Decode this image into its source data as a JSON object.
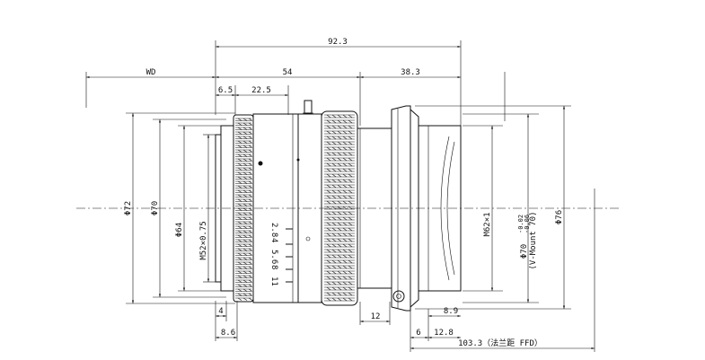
{
  "dimensions": {
    "total_length": "92.3",
    "wd": "WD",
    "body_length": "54",
    "rear_length": "38.3",
    "front_offset": "6.5",
    "ring_position": "22.5",
    "dia_72": "Φ72",
    "dia_70": "Φ70",
    "dia_64": "Φ64",
    "filter_thread": "M52×0.75",
    "mount_thread": "M62×1",
    "mount_dia": "Φ70",
    "mount_tolerance_upper": "-0.02",
    "mount_tolerance_lower": "-0.06",
    "mount_note": "(V-Mount 70)",
    "dia_76": "Φ76",
    "front_depth_4": "4",
    "front_depth_8_6": "8.6",
    "thread_length_12": "12",
    "flange_8_9": "8.9",
    "flange_6": "6",
    "flange_12_8": "12.8",
    "ffd": "103.3（法兰距 FFD）"
  },
  "aperture_scale": [
    "2.8",
    "4",
    "5.6",
    "8",
    "11"
  ]
}
